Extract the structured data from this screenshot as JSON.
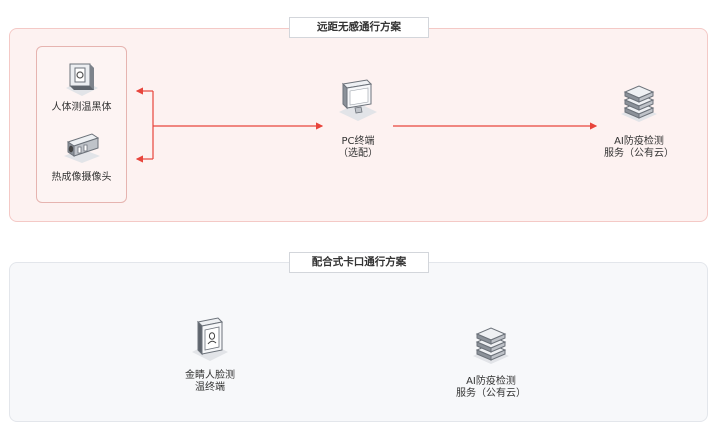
{
  "section1": {
    "title": "远距无感通行方案",
    "nodes": {
      "blackbody": {
        "label": "人体测温黑体",
        "icon": "blackbody-box-icon"
      },
      "thermal_camera": {
        "label": "热成像摄像头",
        "icon": "thermal-camera-icon"
      },
      "pc_terminal": {
        "label_line1": "PC终端",
        "label_line2": "（选配）",
        "icon": "monitor-icon"
      },
      "ai_service": {
        "label_line1": "AI防疫检测",
        "label_line2": "服务（公有云）",
        "icon": "server-stack-icon"
      }
    },
    "accent_color": "#e8453c"
  },
  "section2": {
    "title": "配合式卡口通行方案",
    "nodes": {
      "kiosk": {
        "label_line1": "金睛人脸测",
        "label_line2": "温终端",
        "icon": "face-kiosk-icon"
      },
      "ai_service": {
        "label_line1": "AI防疫检测",
        "label_line2": "服务（公有云）",
        "icon": "server-stack-icon"
      }
    },
    "line_color": "#b8bcc4"
  }
}
